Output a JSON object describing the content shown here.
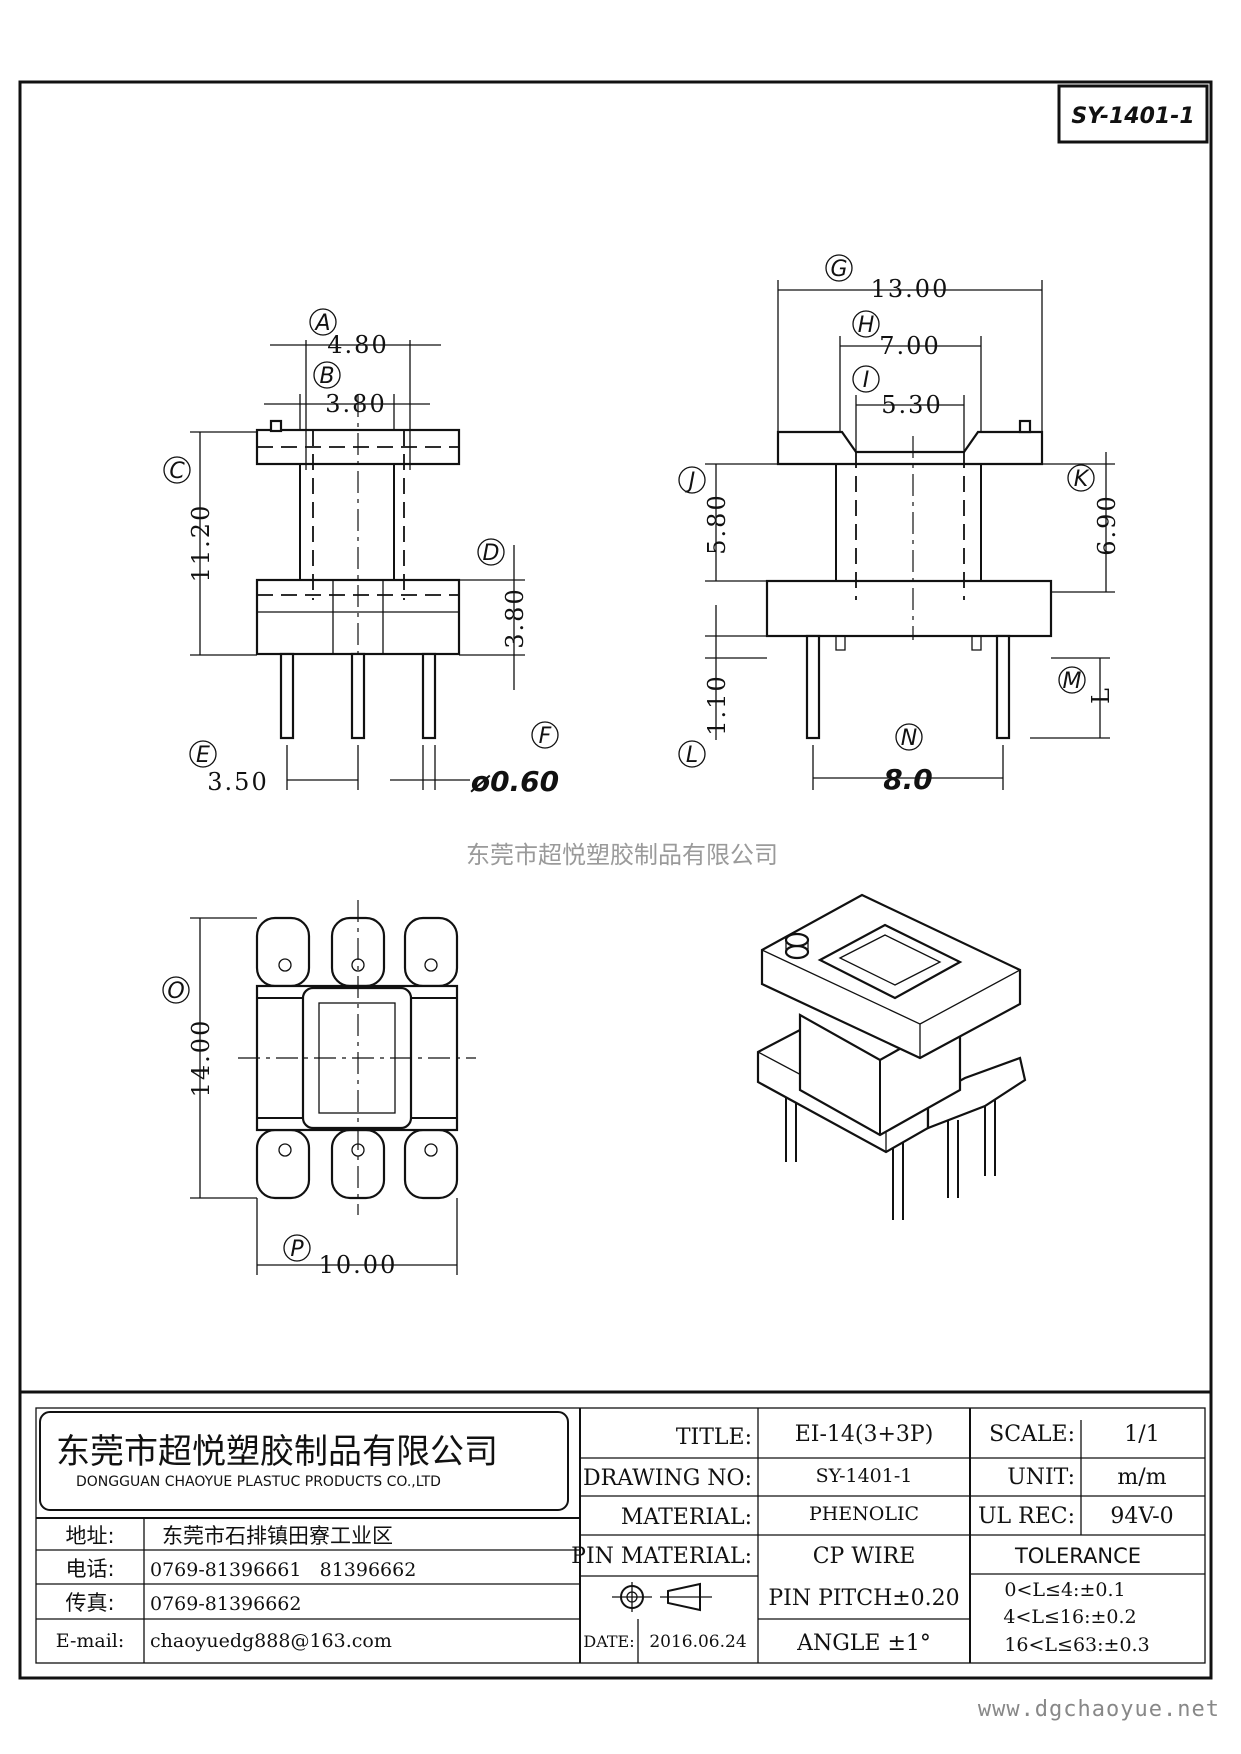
{
  "drawing_code": "SY-1401-1",
  "dimensions": {
    "A": "4.80",
    "B": "3.80",
    "C": "11.20",
    "D": "3.80",
    "E": "3.50",
    "F": "ø0.60",
    "G": "13.00",
    "H": "7.00",
    "I": "5.30",
    "J": "5.80",
    "K": "6.90",
    "L": "1.10",
    "M": "L",
    "N": "8.0",
    "O": "14.00",
    "P": "10.00"
  },
  "labels": [
    "A",
    "B",
    "C",
    "D",
    "E",
    "F",
    "G",
    "H",
    "I",
    "J",
    "K",
    "L",
    "M",
    "N",
    "O",
    "P"
  ],
  "watermark_company": "东莞市超悦塑胶制品有限公司",
  "website": "www.dgchaoyue.net",
  "title_block": {
    "company_cn": "东莞市超悦塑胶制品有限公司",
    "company_en": "DONGGUAN CHAOYUE PLASTUC PRODUCTS CO.,LTD",
    "address_label": "地址:",
    "address": "东莞市石排镇田寮工业区",
    "phone_label": "电话:",
    "phone": "0769-81396661   81396662",
    "fax_label": "传真:",
    "fax": "0769-81396662",
    "email_label": "E-mail:",
    "email": "chaoyuedg888@163.com",
    "title_label": "TITLE:",
    "title": "EI-14(3+3P)",
    "drawing_no_label": "DRAWING NO:",
    "drawing_no": "SY-1401-1",
    "material_label": "MATERIAL:",
    "material": "PHENOLIC",
    "pin_material_label": "PIN MATERIAL:",
    "pin_material": "CP WIRE",
    "pin_pitch": "PIN PITCH±0.20",
    "angle": "ANGLE  ±1°",
    "date_label": "DATE:",
    "date": "2016.06.24",
    "scale_label": "SCALE:",
    "scale": "1/1",
    "unit_label": "UNIT:",
    "unit": "m/m",
    "ul_rec_label": "UL REC:",
    "ul_rec": "94V-0",
    "tolerance_label": "TOLERANCE",
    "tol_1": "0<L≤4:±0.1",
    "tol_2": "4<L≤16:±0.2",
    "tol_3": "16<L≤63:±0.3"
  }
}
